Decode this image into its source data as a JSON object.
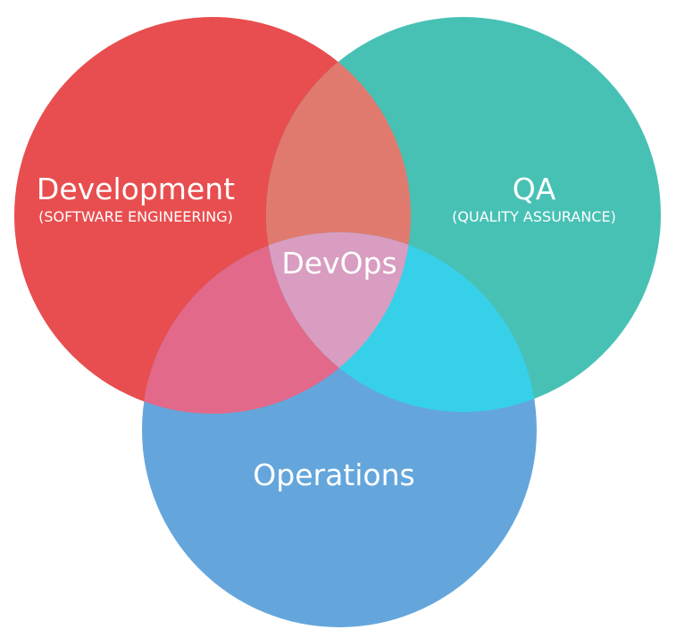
{
  "diagram": {
    "type": "venn",
    "sets": [
      {
        "label": "Development",
        "sublabel": "(SOFTWARE ENGINEERING)",
        "color": "#E84E4F"
      },
      {
        "label": "QA",
        "sublabel": "(QUALITY ASSURANCE)",
        "color": "#48C1B5"
      },
      {
        "label": "Operations",
        "color": "#64A6DC"
      }
    ],
    "intersections": {
      "dev_qa": "#E07A6E",
      "dev_ops": "#E2698A",
      "qa_ops": "#36D1E8",
      "center": {
        "label": "DevOps",
        "color": "#D89DC0"
      }
    }
  }
}
